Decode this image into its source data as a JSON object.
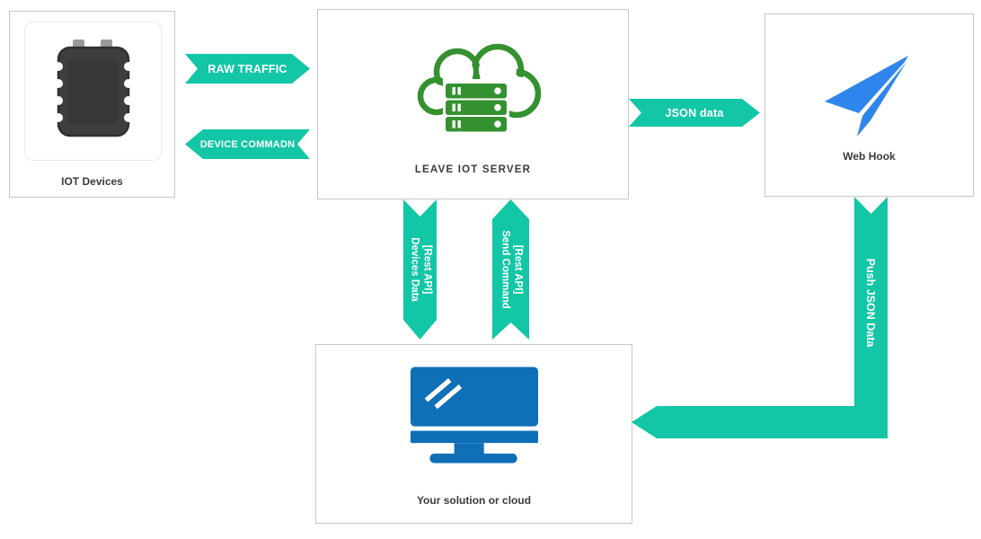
{
  "colors": {
    "accent_teal": "#12c6a6",
    "server_green": "#34912f",
    "plane_blue": "#2e86ec",
    "monitor_blue": "#0f6fb7",
    "device_dark": "#3e3e3e",
    "box_border": "#c5c8ca",
    "label_text": "#3b3b3b"
  },
  "nodes": {
    "iot_devices": {
      "label": "IOT Devices"
    },
    "iot_server": {
      "label": "LEAVE IOT SERVER"
    },
    "web_hook": {
      "label": "Web Hook"
    },
    "solution": {
      "label": "Your solution or cloud"
    }
  },
  "arrows": {
    "raw_traffic": {
      "label": "RAW TRAFFIC",
      "direction": "right"
    },
    "device_command": {
      "label": "DEVICE COMMADN",
      "direction": "left"
    },
    "json_data": {
      "label": "JSON data",
      "direction": "right"
    },
    "devices_data": {
      "label": "Devices Data",
      "sublabel": "[Rest API]",
      "direction": "down"
    },
    "send_command": {
      "label": "Send Command",
      "sublabel": "[Rest API]",
      "direction": "up"
    },
    "push_json": {
      "label": "Push JSON Data",
      "direction": "down-left"
    }
  }
}
